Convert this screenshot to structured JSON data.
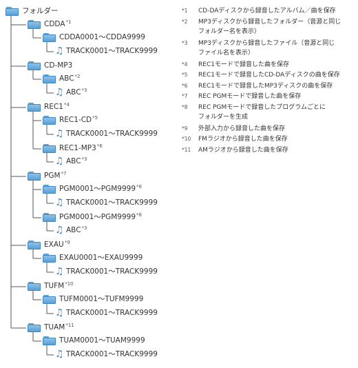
{
  "root": {
    "label": "フォルダー"
  },
  "items": [
    {
      "type": "folder",
      "label": "CDDA",
      "note": "*1"
    },
    {
      "type": "folder",
      "label": "CDDA0001～CDDA9999",
      "note": ""
    },
    {
      "type": "file",
      "label": "TRACK0001～TRACK9999",
      "note": ""
    },
    {
      "type": "folder",
      "label": "CD-MP3",
      "note": ""
    },
    {
      "type": "folder",
      "label": "ABC",
      "note": "*2"
    },
    {
      "type": "file",
      "label": "ABC",
      "note": "*3"
    },
    {
      "type": "folder",
      "label": "REC1",
      "note": "*4"
    },
    {
      "type": "folder",
      "label": "REC1-CD",
      "note": "*5"
    },
    {
      "type": "file",
      "label": "TRACK0001～TRACK9999",
      "note": ""
    },
    {
      "type": "folder",
      "label": "REC1-MP3",
      "note": "*6"
    },
    {
      "type": "file",
      "label": "ABC",
      "note": "*3"
    },
    {
      "type": "folder",
      "label": "PGM",
      "note": "*7"
    },
    {
      "type": "folder",
      "label": "PGM0001～PGM9999",
      "note": "*8"
    },
    {
      "type": "file",
      "label": "TRACK0001～TRACK9999",
      "note": ""
    },
    {
      "type": "folder",
      "label": "PGM0001～PGM9999",
      "note": "*8"
    },
    {
      "type": "file",
      "label": "ABC",
      "note": "*3"
    },
    {
      "type": "folder",
      "label": "EXAU",
      "note": "*9"
    },
    {
      "type": "folder",
      "label": "EXAU0001～EXAU9999",
      "note": ""
    },
    {
      "type": "file",
      "label": "TRACK0001～TRACK9999",
      "note": ""
    },
    {
      "type": "folder",
      "label": "TUFM",
      "note": "*10"
    },
    {
      "type": "folder",
      "label": "TUFM0001～TUFM9999",
      "note": ""
    },
    {
      "type": "file",
      "label": "TRACK0001～TRACK9999",
      "note": ""
    },
    {
      "type": "folder",
      "label": "TUAM",
      "note": "*11"
    },
    {
      "type": "folder",
      "label": "TUAM0001～TUAM9999",
      "note": ""
    },
    {
      "type": "file",
      "label": "TRACK0001～TRACK9999",
      "note": ""
    }
  ],
  "notes": [
    {
      "mark": "*1",
      "lines": [
        "CD-DAディスクから録音したアルバム／曲を保存"
      ]
    },
    {
      "mark": "*2",
      "lines": [
        "MP3ディスクから録音したフォルダー（音源と同じ",
        "フォルダー名を表示）"
      ]
    },
    {
      "mark": "*3",
      "lines": [
        "MP3ディスクから録音したファイル（音源と同じ",
        "ファイル名を表示）"
      ]
    },
    {
      "mark": "*4",
      "lines": [
        "REC1モードで録音した曲を保存"
      ]
    },
    {
      "mark": "*5",
      "lines": [
        "REC1モードで録音したCD-DAディスクの曲を保存"
      ]
    },
    {
      "mark": "*6",
      "lines": [
        "REC1モードで録音したMP3ディスクの曲を保存"
      ]
    },
    {
      "mark": "*7",
      "lines": [
        "REC PGMモードで録音した曲を保存"
      ]
    },
    {
      "mark": "*8",
      "lines": [
        "REC PGMモードで録音したプログラムごとに",
        "フォルダーを生成"
      ]
    },
    {
      "mark": "*9",
      "lines": [
        "外部入力から録音した曲を保存"
      ]
    },
    {
      "mark": "*10",
      "lines": [
        "FMラジオから録音した曲を保存"
      ]
    },
    {
      "mark": "*11",
      "lines": [
        "AMラジオから録音した曲を保存"
      ]
    }
  ]
}
